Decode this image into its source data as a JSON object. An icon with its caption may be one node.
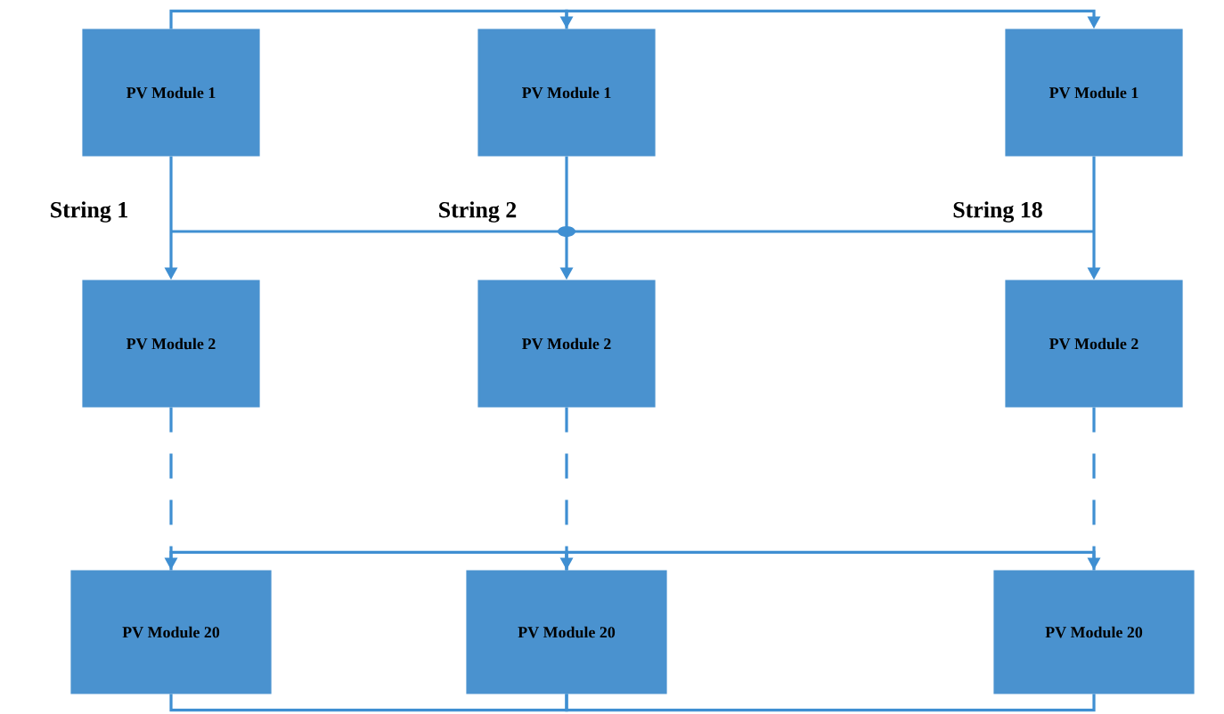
{
  "diagram": {
    "nodes": [
      {
        "text": [
          "PV Module 1"
        ]
      },
      {
        "text": [
          "PV Module 1"
        ]
      },
      {
        "text": [
          "PV Module 1"
        ]
      },
      {
        "text": [
          "PV Module 2"
        ]
      },
      {
        "text": [
          "PV Module 2"
        ]
      },
      {
        "text": [
          "PV Module 2"
        ]
      },
      {
        "text": [
          "PV Module 20"
        ]
      },
      {
        "text": [
          "PV Module 20"
        ]
      },
      {
        "text": [
          "PV Module 20"
        ]
      }
    ],
    "edges": [
      {
        "from": 0,
        "to": 1,
        "arrow": "to"
      },
      {
        "from": 1,
        "to": 2,
        "arrow": "to"
      },
      {
        "from": 0,
        "to": 3,
        "arrow": "to"
      },
      {
        "from": 1,
        "to": 4,
        "arrow": "to"
      },
      {
        "from": 2,
        "to": 5,
        "arrow": "to"
      },
      {
        "from": 3,
        "to": 6,
        "arrow": "to",
        "style": "dashed"
      },
      {
        "from": 4,
        "to": 7,
        "arrow": "to",
        "style": "dashed"
      },
      {
        "from": 5,
        "to": 8,
        "arrow": "to",
        "style": "dashed"
      },
      {
        "from": 6,
        "to": 7,
        "arrow": "none"
      },
      {
        "from": 7,
        "to": 8,
        "arrow": "none"
      },
      {
        "from": 6,
        "to": 7,
        "arrow": "none"
      },
      {
        "from": 7,
        "to": 8,
        "arrow": "none"
      }
    ],
    "labels": [
      "String 1",
      "String 2",
      "String 18"
    ]
  }
}
